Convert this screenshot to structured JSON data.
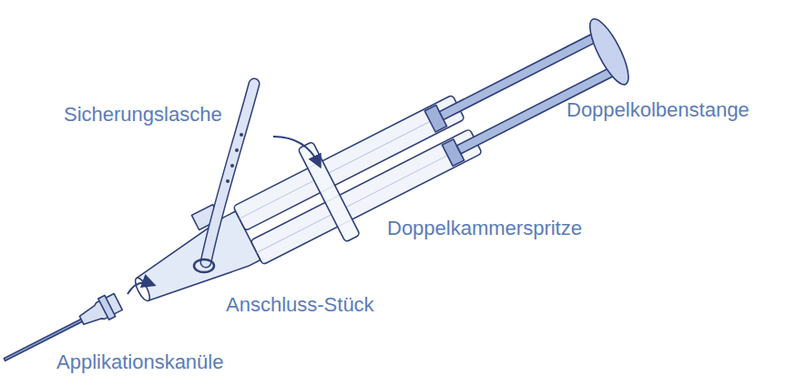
{
  "diagram": {
    "labels": [
      "Sicherungslasche",
      "Doppelkolbenstange",
      "Doppelkammerspritze",
      "Anschluss-Stück",
      "Applikationskanüle"
    ]
  }
}
